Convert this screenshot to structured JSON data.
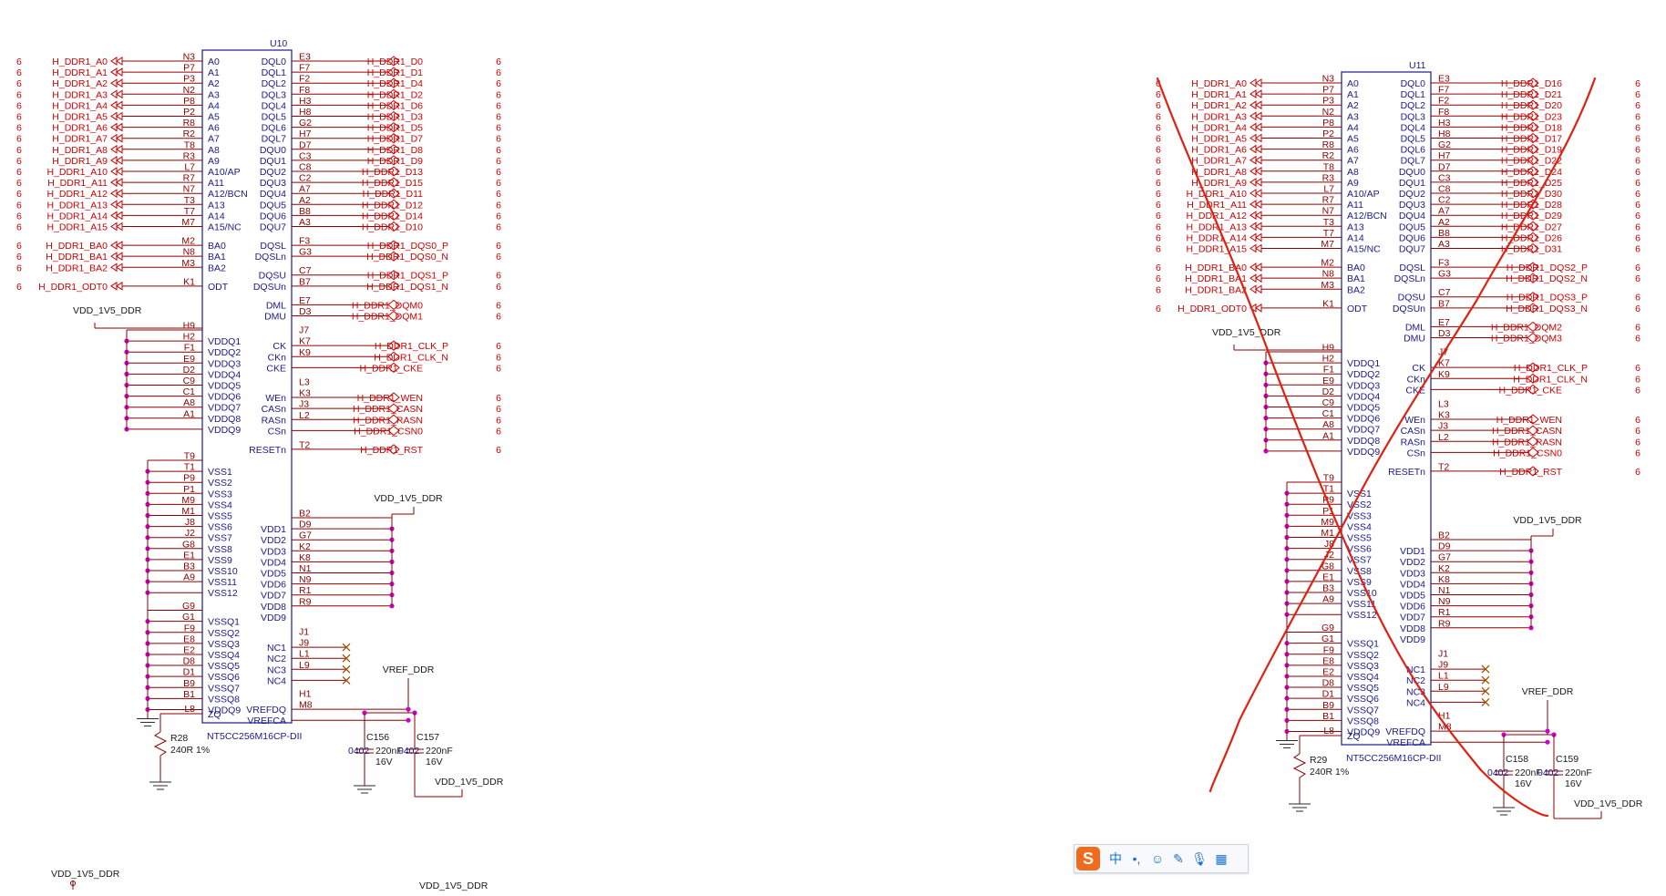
{
  "colors": {
    "net": "#cc0000",
    "pin": "#1a1a8c",
    "junction": "#cc00cc",
    "cross": "#e02010"
  },
  "icons": [
    "sogou-logo-icon",
    "chinese-mode-icon",
    "punctuation-icon",
    "emoji-icon",
    "skin-icon",
    "microphone-icon",
    "toolbox-icon"
  ],
  "ime": {
    "logo": "S",
    "mode": "中",
    "punct": "•,",
    "emoji": "☺",
    "skin": "✎",
    "mic": "🎙",
    "tools": "▦"
  },
  "footer": {
    "label_left": "VDD_1V5_DDR",
    "label_right": "VDD_1V5_DDR"
  },
  "chips": [
    {
      "ref": "U10",
      "part": "NT5CC256M16CP-DII",
      "left_groups": [
        [
          [
            "N3",
            "A0",
            "H_DDR1_A0"
          ],
          [
            "P7",
            "A1",
            "H_DDR1_A1"
          ],
          [
            "P3",
            "A2",
            "H_DDR1_A2"
          ],
          [
            "N2",
            "A3",
            "H_DDR1_A3"
          ],
          [
            "P8",
            "A4",
            "H_DDR1_A4"
          ],
          [
            "P2",
            "A5",
            "H_DDR1_A5"
          ],
          [
            "R8",
            "A6",
            "H_DDR1_A6"
          ],
          [
            "R2",
            "A7",
            "H_DDR1_A7"
          ],
          [
            "T8",
            "A8",
            "H_DDR1_A8"
          ],
          [
            "R3",
            "A9",
            "H_DDR1_A9"
          ],
          [
            "L7",
            "A10/AP",
            "H_DDR1_A10"
          ],
          [
            "R7",
            "A11",
            "H_DDR1_A11"
          ],
          [
            "N7",
            "A12/BCN",
            "H_DDR1_A12"
          ],
          [
            "T3",
            "A13",
            "H_DDR1_A13"
          ],
          [
            "T7",
            "A14",
            "H_DDR1_A14"
          ],
          [
            "M7",
            "A15/NC",
            "H_DDR1_A15"
          ]
        ],
        [
          [
            "M2",
            "BA0",
            "H_DDR1_BA0"
          ],
          [
            "N8",
            "BA1",
            "H_DDR1_BA1"
          ],
          [
            "M3",
            "BA2",
            "H_DDR1_BA2"
          ]
        ],
        [
          [
            "K1",
            "ODT",
            "H_DDR1_ODT0"
          ]
        ]
      ],
      "vddq_label": "VDD_1V5_DDR",
      "vddq": [
        [
          "H9",
          ""
        ],
        [
          "H2",
          "VDDQ1"
        ],
        [
          "F1",
          "VDDQ2"
        ],
        [
          "E9",
          "VDDQ3"
        ],
        [
          "D2",
          "VDDQ4"
        ],
        [
          "C9",
          "VDDQ5"
        ],
        [
          "C1",
          "VDDQ6"
        ],
        [
          "A8",
          "VDDQ7"
        ],
        [
          "A1",
          "VDDQ8"
        ],
        [
          "",
          "VDDQ9"
        ]
      ],
      "vss": [
        [
          "T9",
          ""
        ],
        [
          "T1",
          "VSS1"
        ],
        [
          "P9",
          "VSS2"
        ],
        [
          "P1",
          "VSS3"
        ],
        [
          "M9",
          "VSS4"
        ],
        [
          "M1",
          "VSS5"
        ],
        [
          "J8",
          "VSS6"
        ],
        [
          "J2",
          "VSS7"
        ],
        [
          "G8",
          "VSS8"
        ],
        [
          "E1",
          "VSS9"
        ],
        [
          "B3",
          "VSS10"
        ],
        [
          "A9",
          "VSS11"
        ],
        [
          "",
          "VSS12"
        ]
      ],
      "vssq": [
        [
          "G9",
          ""
        ],
        [
          "G1",
          "VSSQ1"
        ],
        [
          "F9",
          "VSSQ2"
        ],
        [
          "E8",
          "VSSQ3"
        ],
        [
          "E2",
          "VSSQ4"
        ],
        [
          "D8",
          "VSSQ5"
        ],
        [
          "D1",
          "VSSQ6"
        ],
        [
          "B9",
          "VSSQ7"
        ],
        [
          "B1",
          "VSSQ8"
        ],
        [
          "",
          "VDDQ9"
        ]
      ],
      "zq": [
        "L8",
        "ZQ"
      ],
      "resistor": {
        "ref": "R28",
        "value": "240R 1%"
      },
      "right_groups": [
        [
          [
            "E3",
            "DQL0",
            "H_DDR1_D0"
          ],
          [
            "F7",
            "DQL1",
            "H_DDR1_D1"
          ],
          [
            "F2",
            "DQL2",
            "H_DDR1_D4"
          ],
          [
            "F8",
            "DQL3",
            "H_DDR1_D2"
          ],
          [
            "H3",
            "DQL4",
            "H_DDR1_D6"
          ],
          [
            "H8",
            "DQL5",
            "H_DDR1_D3"
          ],
          [
            "G2",
            "DQL6",
            "H_DDR1_D5"
          ],
          [
            "H7",
            "DQL7",
            "H_DDR1_D7"
          ],
          [
            "D7",
            "DQU0",
            "H_DDR1_D8"
          ],
          [
            "C3",
            "DQU1",
            "H_DDR1_D9"
          ],
          [
            "C8",
            "DQU2",
            "H_DDR1_D13"
          ],
          [
            "C2",
            "DQU3",
            "H_DDR1_D15"
          ],
          [
            "A7",
            "DQU4",
            "H_DDR1_D11"
          ],
          [
            "A2",
            "DQU5",
            "H_DDR1_D12"
          ],
          [
            "B8",
            "DQU6",
            "H_DDR1_D14"
          ],
          [
            "A3",
            "DQU7",
            "H_DDR1_D10"
          ]
        ],
        [
          [
            "F3",
            "DQSL",
            "H_DDR1_DQS0_P"
          ],
          [
            "G3",
            "DQSLn",
            "H_DDR1_DQS0_N"
          ]
        ],
        [
          [
            "C7",
            "DQSU",
            "H_DDR1_DQS1_P"
          ],
          [
            "B7",
            "DQSUn",
            "H_DDR1_DQS1_N"
          ]
        ],
        [
          [
            "E7",
            "DML",
            "H_DDR1_DQM0"
          ],
          [
            "D3",
            "DMU",
            "H_DDR1_DQM1"
          ]
        ],
        [
          [
            "J7",
            "",
            ""
          ],
          [
            "K7",
            "CK",
            "H_DDR1_CLK_P"
          ],
          [
            "K9",
            "CKn",
            "H_DDR1_CLK_N"
          ],
          [
            "",
            "CKE",
            "H_DDR1_CKE"
          ]
        ],
        [
          [
            "L3",
            "",
            ""
          ],
          [
            "K3",
            "WEn",
            "H_DDR1_WEN"
          ],
          [
            "J3",
            "CASn",
            "H_DDR1_CASN"
          ],
          [
            "L2",
            "RASn",
            "H_DDR1_RASN"
          ],
          [
            "",
            "CSn",
            "H_DDR1_CSN0"
          ]
        ],
        [
          [
            "T2",
            "RESETn",
            "H_DDR1_RST"
          ]
        ]
      ],
      "vdd_label": "VDD_1V5_DDR",
      "vdd": [
        [
          "B2",
          ""
        ],
        [
          "D9",
          "VDD1"
        ],
        [
          "G7",
          "VDD2"
        ],
        [
          "K2",
          "VDD3"
        ],
        [
          "K8",
          "VDD4"
        ],
        [
          "N1",
          "VDD5"
        ],
        [
          "N9",
          "VDD6"
        ],
        [
          "R1",
          "VDD7"
        ],
        [
          "R9",
          "VDD8"
        ],
        [
          "",
          "VDD9"
        ]
      ],
      "nc": [
        [
          "J1",
          ""
        ],
        [
          "J9",
          "NC1"
        ],
        [
          "L1",
          "NC2"
        ],
        [
          "L9",
          "NC3"
        ],
        [
          "",
          "NC4"
        ]
      ],
      "vref_label": "VREF_DDR",
      "vref": [
        [
          "H1",
          ""
        ],
        [
          "M8",
          "VREFDQ"
        ],
        [
          "",
          "VREFCA"
        ]
      ],
      "caps": [
        {
          "ref": "C156",
          "pkg": "0402",
          "value": "220nF",
          "volt": "16V"
        },
        {
          "ref": "C157",
          "pkg": "0402",
          "value": "220nF",
          "volt": "16V"
        }
      ],
      "cap_label": "VDD_1V5_DDR"
    },
    {
      "ref": "U11",
      "part": "NT5CC256M16CP-DII",
      "left_groups": [
        [
          [
            "N3",
            "A0",
            "H_DDR1_A0"
          ],
          [
            "P7",
            "A1",
            "H_DDR1_A1"
          ],
          [
            "P3",
            "A2",
            "H_DDR1_A2"
          ],
          [
            "N2",
            "A3",
            "H_DDR1_A3"
          ],
          [
            "P8",
            "A4",
            "H_DDR1_A4"
          ],
          [
            "P2",
            "A5",
            "H_DDR1_A5"
          ],
          [
            "R8",
            "A6",
            "H_DDR1_A6"
          ],
          [
            "R2",
            "A7",
            "H_DDR1_A7"
          ],
          [
            "T8",
            "A8",
            "H_DDR1_A8"
          ],
          [
            "R3",
            "A9",
            "H_DDR1_A9"
          ],
          [
            "L7",
            "A10/AP",
            "H_DDR1_A10"
          ],
          [
            "R7",
            "A11",
            "H_DDR1_A11"
          ],
          [
            "N7",
            "A12/BCN",
            "H_DDR1_A12"
          ],
          [
            "T3",
            "A13",
            "H_DDR1_A13"
          ],
          [
            "T7",
            "A14",
            "H_DDR1_A14"
          ],
          [
            "M7",
            "A15/NC",
            "H_DDR1_A15"
          ]
        ],
        [
          [
            "M2",
            "BA0",
            "H_DDR1_BA0"
          ],
          [
            "N8",
            "BA1",
            "H_DDR1_BA1"
          ],
          [
            "M3",
            "BA2",
            "H_DDR1_BA2"
          ]
        ],
        [
          [
            "K1",
            "ODT",
            "H_DDR1_ODT0"
          ]
        ]
      ],
      "vddq_label": "VDD_1V5_DDR",
      "vddq": [
        [
          "H9",
          ""
        ],
        [
          "H2",
          "VDDQ1"
        ],
        [
          "F1",
          "VDDQ2"
        ],
        [
          "E9",
          "VDDQ3"
        ],
        [
          "D2",
          "VDDQ4"
        ],
        [
          "C9",
          "VDDQ5"
        ],
        [
          "C1",
          "VDDQ6"
        ],
        [
          "A8",
          "VDDQ7"
        ],
        [
          "A1",
          "VDDQ8"
        ],
        [
          "",
          "VDDQ9"
        ]
      ],
      "vss": [
        [
          "T9",
          ""
        ],
        [
          "T1",
          "VSS1"
        ],
        [
          "P9",
          "VSS2"
        ],
        [
          "P1",
          "VSS3"
        ],
        [
          "M9",
          "VSS4"
        ],
        [
          "M1",
          "VSS5"
        ],
        [
          "J8",
          "VSS6"
        ],
        [
          "J2",
          "VSS7"
        ],
        [
          "G8",
          "VSS8"
        ],
        [
          "E1",
          "VSS9"
        ],
        [
          "B3",
          "VSS10"
        ],
        [
          "A9",
          "VSS11"
        ],
        [
          "",
          "VSS12"
        ]
      ],
      "vssq": [
        [
          "G9",
          ""
        ],
        [
          "G1",
          "VSSQ1"
        ],
        [
          "F9",
          "VSSQ2"
        ],
        [
          "E8",
          "VSSQ3"
        ],
        [
          "E2",
          "VSSQ4"
        ],
        [
          "D8",
          "VSSQ5"
        ],
        [
          "D1",
          "VSSQ6"
        ],
        [
          "B9",
          "VSSQ7"
        ],
        [
          "B1",
          "VSSQ8"
        ],
        [
          "",
          "VDDQ9"
        ]
      ],
      "zq": [
        "L8",
        "ZQ"
      ],
      "resistor": {
        "ref": "R29",
        "value": "240R 1%"
      },
      "right_groups": [
        [
          [
            "E3",
            "DQL0",
            "H_DDR1_D16"
          ],
          [
            "F7",
            "DQL1",
            "H_DDR1_D21"
          ],
          [
            "F2",
            "DQL2",
            "H_DDR1_D20"
          ],
          [
            "F8",
            "DQL3",
            "H_DDR1_D23"
          ],
          [
            "H3",
            "DQL4",
            "H_DDR1_D18"
          ],
          [
            "H8",
            "DQL5",
            "H_DDR1_D17"
          ],
          [
            "G2",
            "DQL6",
            "H_DDR1_D19"
          ],
          [
            "H7",
            "DQL7",
            "H_DDR1_D22"
          ],
          [
            "D7",
            "DQU0",
            "H_DDR1_D24"
          ],
          [
            "C3",
            "DQU1",
            "H_DDR1_D25"
          ],
          [
            "C8",
            "DQU2",
            "H_DDR1_D30"
          ],
          [
            "C2",
            "DQU3",
            "H_DDR1_D28"
          ],
          [
            "A7",
            "DQU4",
            "H_DDR1_D29"
          ],
          [
            "A2",
            "DQU5",
            "H_DDR1_D27"
          ],
          [
            "B8",
            "DQU6",
            "H_DDR1_D26"
          ],
          [
            "A3",
            "DQU7",
            "H_DDR1_D31"
          ]
        ],
        [
          [
            "F3",
            "DQSL",
            "H_DDR1_DQS2_P"
          ],
          [
            "G3",
            "DQSLn",
            "H_DDR1_DQS2_N"
          ]
        ],
        [
          [
            "C7",
            "DQSU",
            "H_DDR1_DQS3_P"
          ],
          [
            "B7",
            "DQSUn",
            "H_DDR1_DQS3_N"
          ]
        ],
        [
          [
            "E7",
            "DML",
            "H_DDR1_DQM2"
          ],
          [
            "D3",
            "DMU",
            "H_DDR1_DQM3"
          ]
        ],
        [
          [
            "J7",
            "",
            ""
          ],
          [
            "K7",
            "CK",
            "H_DDR1_CLK_P"
          ],
          [
            "K9",
            "CKn",
            "H_DDR1_CLK_N"
          ],
          [
            "",
            "CKE",
            "H_DDR1_CKE"
          ]
        ],
        [
          [
            "L3",
            "",
            ""
          ],
          [
            "K3",
            "WEn",
            "H_DDR1_WEN"
          ],
          [
            "J3",
            "CASn",
            "H_DDR1_CASN"
          ],
          [
            "L2",
            "RASn",
            "H_DDR1_RASN"
          ],
          [
            "",
            "CSn",
            "H_DDR1_CSN0"
          ]
        ],
        [
          [
            "T2",
            "RESETn",
            "H_DDR1_RST"
          ]
        ]
      ],
      "vdd_label": "VDD_1V5_DDR",
      "vdd": [
        [
          "B2",
          ""
        ],
        [
          "D9",
          "VDD1"
        ],
        [
          "G7",
          "VDD2"
        ],
        [
          "K2",
          "VDD3"
        ],
        [
          "K8",
          "VDD4"
        ],
        [
          "N1",
          "VDD5"
        ],
        [
          "N9",
          "VDD6"
        ],
        [
          "R1",
          "VDD7"
        ],
        [
          "R9",
          "VDD8"
        ],
        [
          "",
          "VDD9"
        ]
      ],
      "nc": [
        [
          "J1",
          ""
        ],
        [
          "J9",
          "NC1"
        ],
        [
          "L1",
          "NC2"
        ],
        [
          "L9",
          "NC3"
        ],
        [
          "",
          "NC4"
        ]
      ],
      "vref_label": "VREF_DDR",
      "vref": [
        [
          "H1",
          ""
        ],
        [
          "M8",
          "VREFDQ"
        ],
        [
          "",
          "VREFCA"
        ]
      ],
      "caps": [
        {
          "ref": "C158",
          "pkg": "0402",
          "value": "220nF",
          "volt": "16V"
        },
        {
          "ref": "C159",
          "pkg": "0402",
          "value": "220nF",
          "volt": "16V"
        }
      ],
      "cap_label": "VDD_1V5_DDR"
    }
  ],
  "sheet_ref": "6"
}
